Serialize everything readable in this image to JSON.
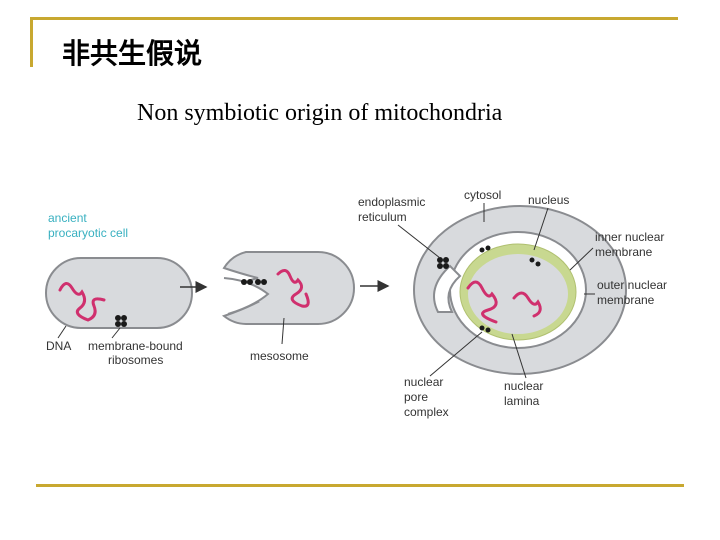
{
  "slide": {
    "title": "非共生假说",
    "subtitle": "Non symbiotic origin of mitochondria"
  },
  "figure": {
    "labels": {
      "ancient_1": "ancient",
      "ancient_2": "procaryotic cell",
      "dna": "DNA",
      "ribosomes_1": "membrane-bound",
      "ribosomes_2": "ribosomes",
      "mesosome": "mesosome",
      "er_1": "endoplasmic",
      "er_2": "reticulum",
      "cytosol": "cytosol",
      "nucleus": "nucleus",
      "inner_1": "inner nuclear",
      "inner_2": "membrane",
      "outer_1": "outer nuclear",
      "outer_2": "membrane",
      "pore_1": "nuclear",
      "pore_2": "pore",
      "pore_3": "complex",
      "lamina_1": "nuclear",
      "lamina_2": "lamina"
    },
    "colors": {
      "cell_fill": "#d8dadd",
      "cell_stroke": "#8a8c90",
      "dna": "#d0306e",
      "lamina": "#c8d890",
      "ribosome": "#1a1a1a",
      "accent": "#38b0c0"
    }
  },
  "frame": {
    "accent": "#c8a830"
  }
}
